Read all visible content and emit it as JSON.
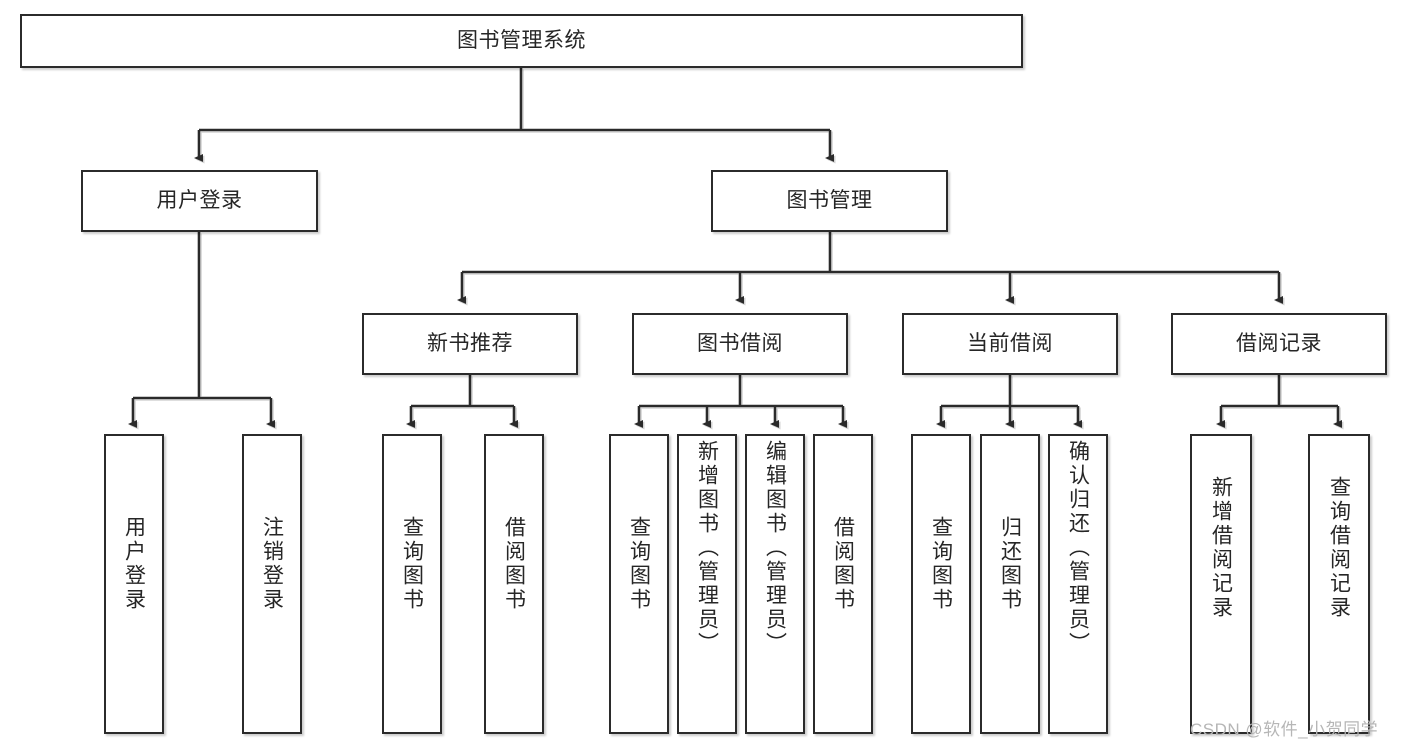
{
  "diagram": {
    "title": "图书管理系统",
    "type": "hierarchy-tree",
    "colors": {
      "box_border": "#2b2b2b",
      "box_fill": "#ffffff",
      "edge": "#2b2b2b",
      "text": "#262626",
      "watermark": "#b6b6b6",
      "background": "#ffffff"
    },
    "root": {
      "label": "图书管理系统"
    },
    "level2": [
      {
        "label": "用户登录"
      },
      {
        "label": "图书管理"
      }
    ],
    "level3": [
      {
        "label": "新书推荐"
      },
      {
        "label": "图书借阅"
      },
      {
        "label": "当前借阅"
      },
      {
        "label": "借阅记录"
      }
    ],
    "leaves": {
      "user_login": [
        {
          "label": "用户登录"
        },
        {
          "label": "注销登录"
        }
      ],
      "new_book_recommend": [
        {
          "label": "查询图书"
        },
        {
          "label": "借阅图书"
        }
      ],
      "book_borrow": [
        {
          "label": "查询图书"
        },
        {
          "label": "新增图书（管理员）"
        },
        {
          "label": "编辑图书（管理员）"
        },
        {
          "label": "借阅图书"
        }
      ],
      "current_borrow": [
        {
          "label": "查询图书"
        },
        {
          "label": "归还图书"
        },
        {
          "label": "确认归还（管理员）"
        }
      ],
      "borrow_record": [
        {
          "label": "新增借阅记录"
        },
        {
          "label": "查询借阅记录"
        }
      ]
    },
    "watermark": "CSDN @软件_小贺同学"
  }
}
